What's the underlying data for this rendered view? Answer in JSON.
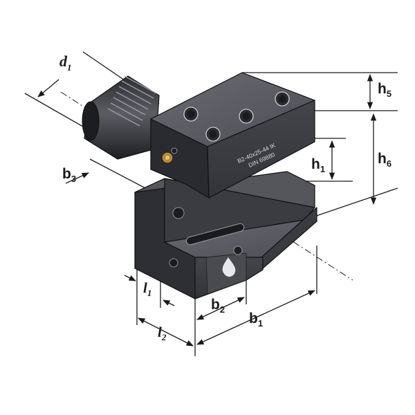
{
  "diagram": {
    "part_marking_line1": "B2-40x25-44 IK",
    "part_marking_line2": "DIN 69880",
    "dimensions": [
      {
        "key": "d1",
        "base": "d",
        "sub": "1"
      },
      {
        "key": "b3",
        "base": "b",
        "sub": "3"
      },
      {
        "key": "h5",
        "base": "h",
        "sub": "5"
      },
      {
        "key": "h6",
        "base": "h",
        "sub": "6"
      },
      {
        "key": "h1",
        "base": "h",
        "sub": "1"
      },
      {
        "key": "l1",
        "base": "l",
        "sub": "1"
      },
      {
        "key": "l2",
        "base": "l",
        "sub": "2"
      },
      {
        "key": "b2",
        "base": "b",
        "sub": "2"
      },
      {
        "key": "b1",
        "base": "b",
        "sub": "1"
      }
    ],
    "colors": {
      "metal_top": "#55565d",
      "metal_front": "#3a3b41",
      "metal_side": "#2a2b30",
      "line": "#1a1a1a"
    }
  }
}
